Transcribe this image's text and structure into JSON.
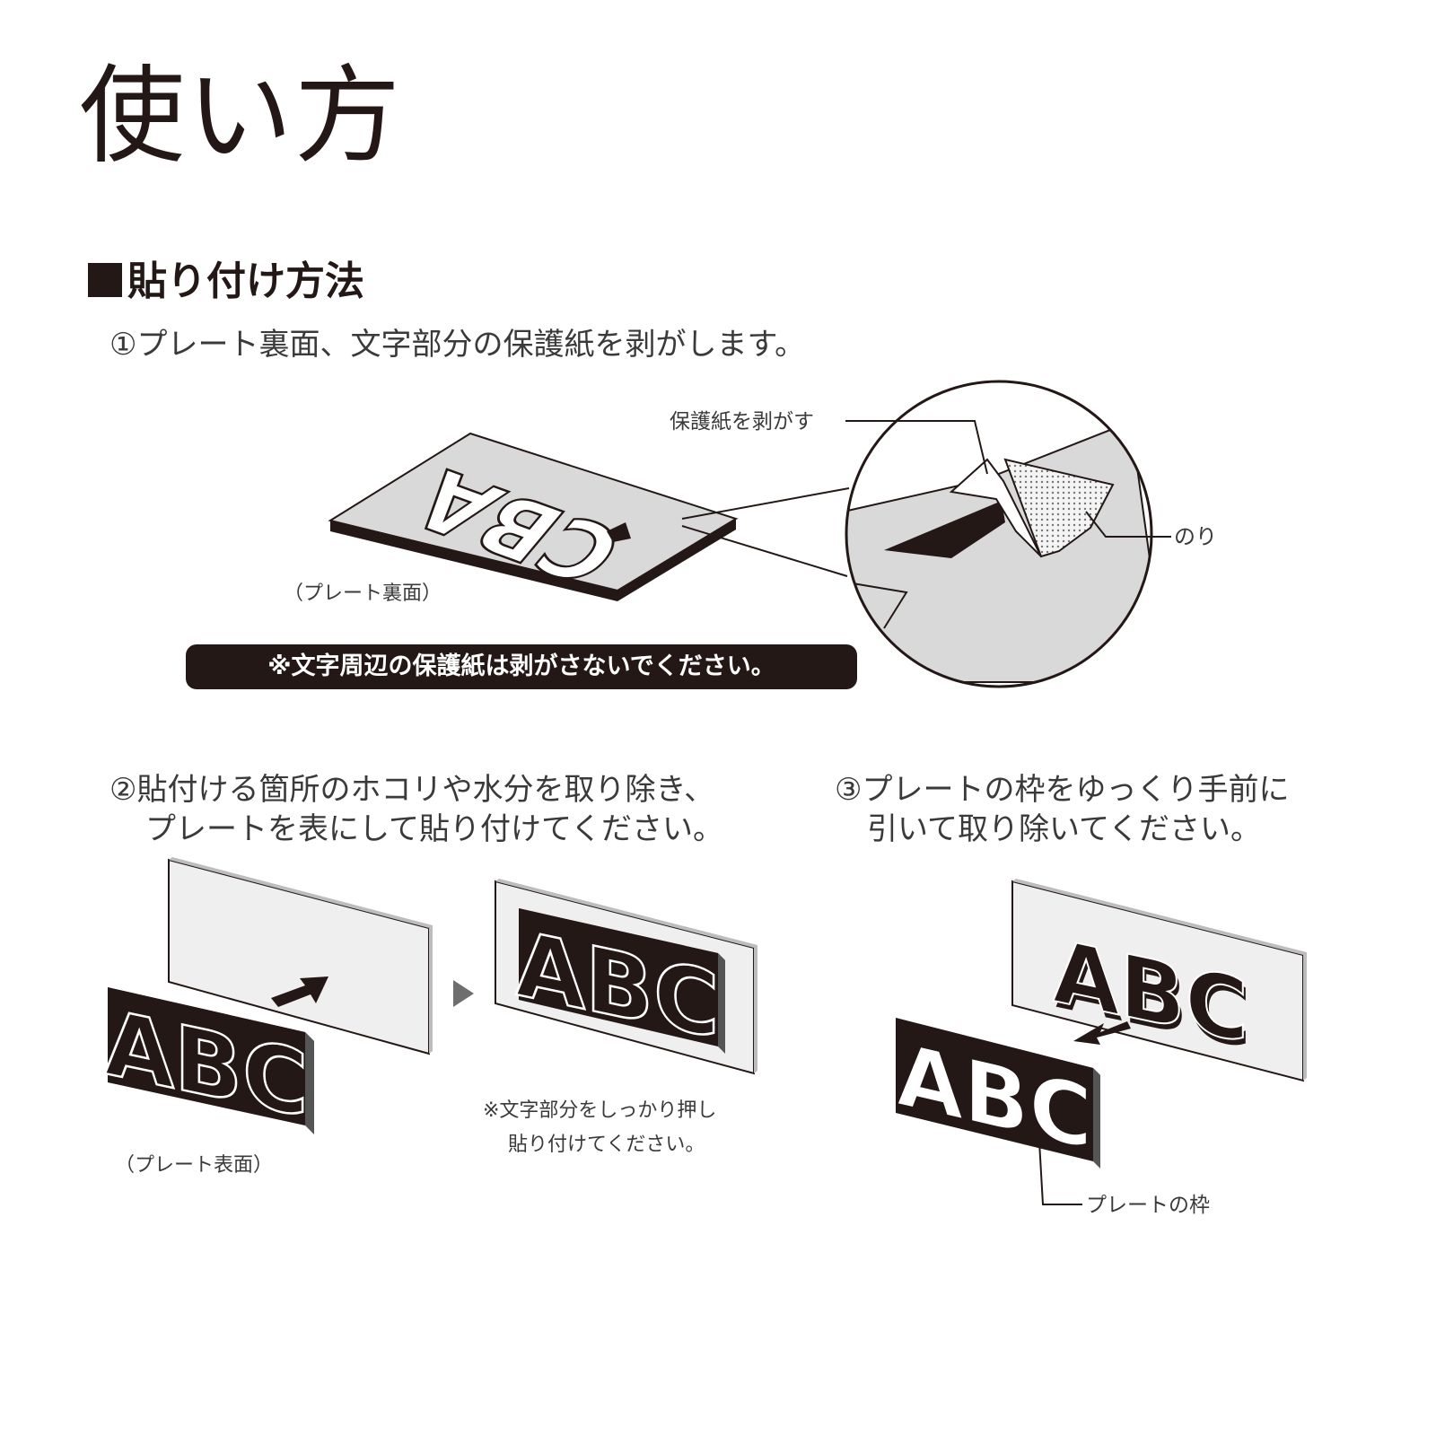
{
  "title": "使い方",
  "section_heading": "貼り付け方法",
  "step1": {
    "text": "①プレート裏面、文字部分の保護紙を剥がします。",
    "label_peel": "保護紙を剥がす",
    "label_glue": "のり",
    "label_back": "（プレート裏面）",
    "warning": "※文字周辺の保護紙は剥がさないでください。",
    "back_letters": "CBA"
  },
  "step2": {
    "line1": "②貼付ける箇所のホコリや水分を取り除き、",
    "line2": "プレートを表にして貼り付けてください。",
    "label_front": "（プレート表面）",
    "note_line1": "※文字部分をしっかり押し",
    "note_line2": "貼り付けてください。",
    "letters": "ABC"
  },
  "step3": {
    "line1": "③プレートの枠をゆっくり手前に",
    "line2": "引いて取り除いてください。",
    "label_frame": "プレートの枠",
    "letters": "ABC"
  },
  "colors": {
    "ink": "#231815",
    "plate_gray": "#d9d9d9",
    "wall": "#efefef"
  }
}
